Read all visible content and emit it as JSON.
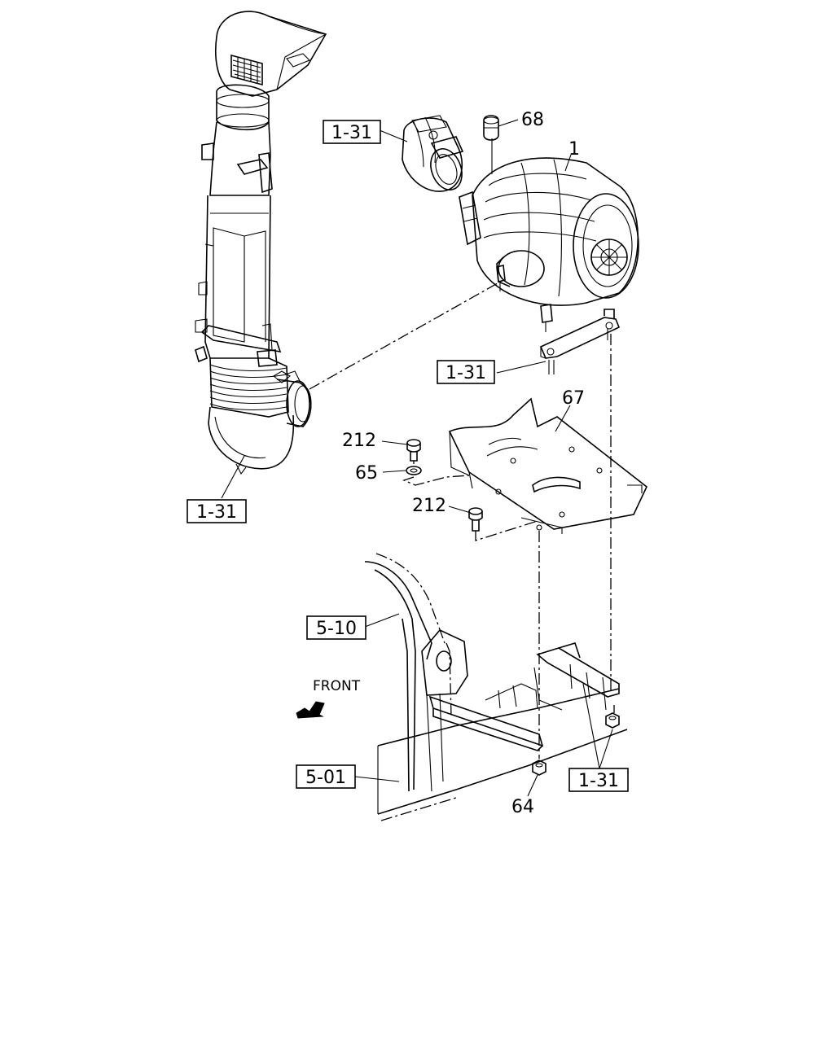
{
  "diagram": {
    "ref_boxes": {
      "ref_1_31_top": "1-31",
      "ref_1_31_mid": "1-31",
      "ref_1_31_left": "1-31",
      "ref_1_31_bottom": "1-31",
      "ref_5_10": "5-10",
      "ref_5_01": "5-01"
    },
    "part_numbers": {
      "p68": "68",
      "p1": "1",
      "p67": "67",
      "p212_top": "212",
      "p65": "65",
      "p212_bottom": "212",
      "p64": "64"
    },
    "front_label": "FRONT"
  }
}
